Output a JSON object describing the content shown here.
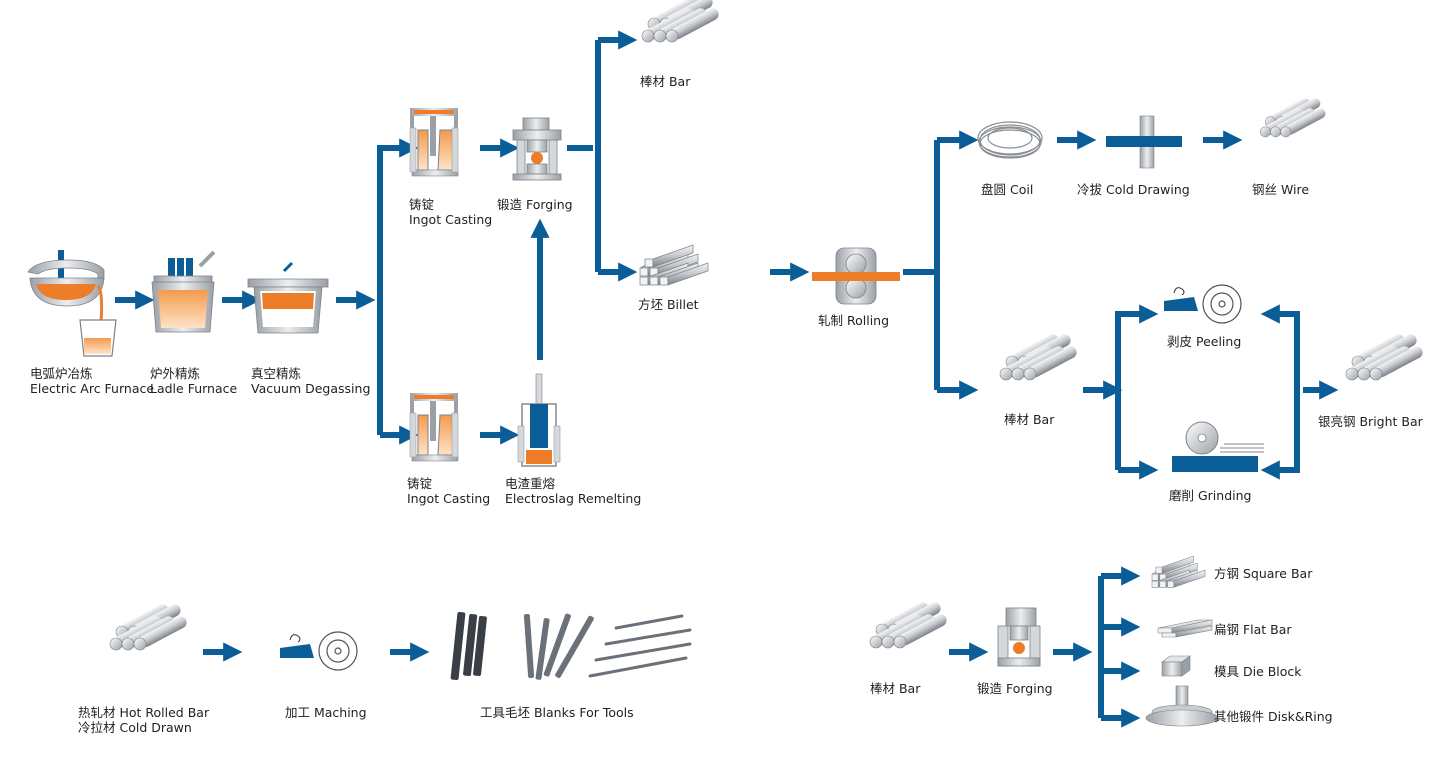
{
  "colors": {
    "flow": "#0b5d97",
    "molten": "#ee7d2a",
    "steel_light": "#e9eaec",
    "steel_mid": "#b9bcc1",
    "steel_dark": "#7d8288",
    "text": "#222222"
  },
  "steps": {
    "eaf": {
      "zh": "电弧炉冶炼",
      "en": "Electric Arc Furnace"
    },
    "ladle": {
      "zh": "炉外精炼",
      "en": "Ladle Furnace"
    },
    "vacuum": {
      "zh": "真空精炼",
      "en": "Vacuum Degassing"
    },
    "ingot_top": {
      "zh": "铸锭",
      "en": "Ingot Casting"
    },
    "forging_top": {
      "label": "锻造 Forging"
    },
    "ingot_bottom": {
      "zh": "铸锭",
      "en": "Ingot Casting"
    },
    "esr": {
      "zh": "电渣重熔",
      "en": "Electroslag Remelting"
    },
    "bar_top": {
      "label": "棒材 Bar"
    },
    "billet": {
      "label": "方坯 Billet"
    },
    "rolling": {
      "label": "轧制 Rolling"
    },
    "coil": {
      "label": "盘圆 Coil"
    },
    "cold_drawing": {
      "label": "冷拔 Cold Drawing"
    },
    "wire": {
      "label": "钢丝 Wire"
    },
    "bar_mid": {
      "label": "棒材 Bar"
    },
    "peeling": {
      "label": "剥皮 Peeling"
    },
    "grinding": {
      "label": "磨削 Grinding"
    },
    "bright_bar": {
      "label": "银亮钢 Bright Bar"
    },
    "hot_rolled": {
      "zh": "热轧材 Hot Rolled Bar",
      "en": "冷拉材 Cold Drawn"
    },
    "maching": {
      "label": "加工 Maching"
    },
    "blanks": {
      "label": "工具毛坯 Blanks For Tools"
    },
    "bar_bottom": {
      "label": "棒材 Bar"
    },
    "forging_bottom": {
      "label": "锻造 Forging"
    },
    "square_bar": {
      "label": "方钢 Square Bar"
    },
    "flat_bar": {
      "label": "扁钢 Flat Bar"
    },
    "die_block": {
      "label": "模具 Die Block"
    },
    "disk_ring": {
      "label": "其他锻件 Disk&Ring"
    }
  }
}
